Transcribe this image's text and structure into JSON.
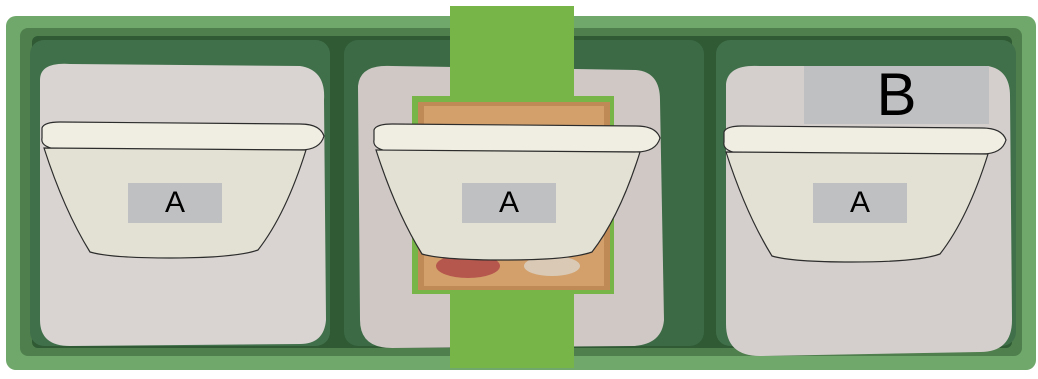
{
  "image": {
    "description_labels": {
      "left_bowl": "A",
      "middle_bowl": "A",
      "right_bowl": "A",
      "top_right_marker": "B"
    }
  },
  "colors": {
    "tray_outer": "#6fa86a",
    "tray_dark": "#2f5a33",
    "tray_mid": "#4f7f4d",
    "sleeve_green": "#77b548",
    "pad_light": "#d9d4d2",
    "bowl_body": "#e4e2d6",
    "label_gray": "#bfc0c2"
  }
}
